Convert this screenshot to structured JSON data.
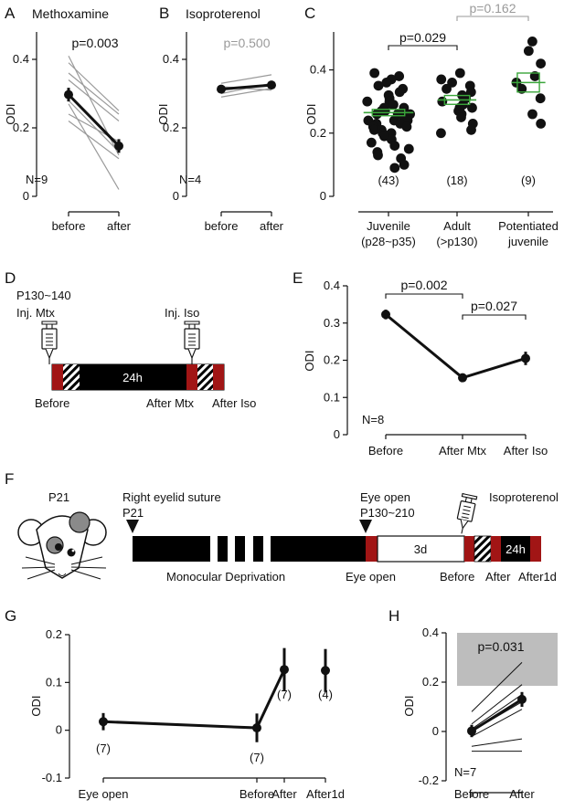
{
  "chart_data": [
    {
      "panel": "A",
      "type": "line",
      "title": "Methoxamine",
      "ylabel": "ODI",
      "ylim": [
        0,
        0.48
      ],
      "yticks": [
        "0",
        "0.2",
        "0.4"
      ],
      "ytick_values": [
        0,
        0.2,
        0.4
      ],
      "categories": [
        "before",
        "after"
      ],
      "mean": [
        0.297,
        0.147
      ],
      "error": [
        0.02,
        0.02
      ],
      "individual": [
        [
          0.41,
          0.12
        ],
        [
          0.39,
          0.25
        ],
        [
          0.36,
          0.24
        ],
        [
          0.34,
          0.22
        ],
        [
          0.3,
          0.15
        ],
        [
          0.28,
          0.13
        ],
        [
          0.27,
          0.02
        ],
        [
          0.24,
          0.16
        ],
        [
          0.22,
          0.11
        ]
      ],
      "annotation": "p=0.003",
      "n_label": "N=9"
    },
    {
      "panel": "B",
      "type": "line",
      "title": "Isoproterenol",
      "ylabel": "ODI",
      "ylim": [
        0,
        0.48
      ],
      "yticks": [
        "0",
        "0.2",
        "0.4"
      ],
      "ytick_values": [
        0,
        0.2,
        0.4
      ],
      "categories": [
        "before",
        "after"
      ],
      "mean": [
        0.313,
        0.325
      ],
      "error": [
        0.012,
        0.01
      ],
      "individual": [
        [
          0.33,
          0.355
        ],
        [
          0.32,
          0.31
        ],
        [
          0.3,
          0.33
        ],
        [
          0.29,
          0.315
        ]
      ],
      "annotation": "p=0.500",
      "annotation_color": "#9a9a9a",
      "n_label": "N=4"
    },
    {
      "panel": "C",
      "type": "scatter",
      "ylabel": "ODI",
      "ylim": [
        0,
        0.52
      ],
      "yticks": [
        "0",
        "0.2",
        "0.4"
      ],
      "ytick_values": [
        0,
        0.2,
        0.4
      ],
      "categories": [
        "Juvenile\n(p28~p35)",
        "Adult\n(>p130)",
        "Potentiated\njuvenile"
      ],
      "counts": [
        "(43)",
        "(18)",
        "(9)"
      ],
      "means": [
        0.265,
        0.305,
        0.36
      ],
      "sem": [
        0.01,
        0.014,
        0.03
      ],
      "points": [
        [
          0.39,
          0.38,
          0.37,
          0.36,
          0.35,
          0.34,
          0.33,
          0.32,
          0.31,
          0.3,
          0.3,
          0.29,
          0.29,
          0.28,
          0.28,
          0.27,
          0.27,
          0.26,
          0.26,
          0.26,
          0.25,
          0.25,
          0.24,
          0.24,
          0.24,
          0.23,
          0.23,
          0.22,
          0.22,
          0.21,
          0.21,
          0.2,
          0.2,
          0.19,
          0.18,
          0.17,
          0.16,
          0.15,
          0.14,
          0.13,
          0.12,
          0.1,
          0.09
        ],
        [
          0.39,
          0.37,
          0.36,
          0.35,
          0.34,
          0.33,
          0.32,
          0.31,
          0.3,
          0.29,
          0.28,
          0.28,
          0.27,
          0.26,
          0.25,
          0.23,
          0.21,
          0.2
        ],
        [
          0.49,
          0.46,
          0.42,
          0.38,
          0.36,
          0.34,
          0.31,
          0.26,
          0.23
        ]
      ],
      "mean_color": "#3aa53a",
      "comparisons": [
        {
          "label": "p=0.029",
          "between": [
            0,
            1
          ],
          "color": "#111111"
        },
        {
          "label": "p=0.162",
          "between": [
            1,
            2
          ],
          "color": "#9a9a9a"
        }
      ]
    },
    {
      "panel": "E",
      "type": "line",
      "ylabel": "ODI",
      "ylim": [
        0,
        0.4
      ],
      "yticks": [
        "0",
        "0.1",
        "0.2",
        "0.3",
        "0.4"
      ],
      "ytick_values": [
        0,
        0.1,
        0.2,
        0.3,
        0.4
      ],
      "categories": [
        "Before",
        "After Mtx",
        "After Iso"
      ],
      "mean": [
        0.323,
        0.153,
        0.205
      ],
      "error": [
        0.013,
        0.011,
        0.018
      ],
      "n_label": "N=8",
      "comparisons": [
        {
          "label": "p=0.002",
          "between": [
            0,
            1
          ]
        },
        {
          "label": "p=0.027",
          "between": [
            1,
            2
          ]
        }
      ]
    },
    {
      "panel": "G",
      "type": "line",
      "ylabel": "ODI",
      "ylim": [
        -0.1,
        0.2
      ],
      "yticks": [
        "-0.1",
        "0",
        "0.1",
        "0.2"
      ],
      "ytick_values": [
        -0.1,
        0,
        0.1,
        0.2
      ],
      "categories": [
        "Eye open",
        "Before",
        "After",
        "After1d"
      ],
      "mean": [
        0.018,
        0.005,
        0.127,
        0.125
      ],
      "error": [
        0.018,
        0.03,
        0.045,
        0.045
      ],
      "counts": [
        "(7)",
        "(7)",
        "(7)",
        "(4)"
      ]
    },
    {
      "panel": "H",
      "type": "line",
      "ylabel": "ODI",
      "ylim": [
        -0.2,
        0.4
      ],
      "yticks": [
        "-0.2",
        "0",
        "0.2",
        "0.4"
      ],
      "ytick_values": [
        -0.2,
        0,
        0.2,
        0.4
      ],
      "categories": [
        "Before",
        "After"
      ],
      "mean": [
        0.002,
        0.13
      ],
      "error": [
        0.025,
        0.03
      ],
      "individual": [
        [
          0.08,
          0.28
        ],
        [
          0.03,
          0.19
        ],
        [
          0.01,
          0.15
        ],
        [
          0.0,
          0.12
        ],
        [
          -0.02,
          0.09
        ],
        [
          -0.06,
          -0.03
        ],
        [
          -0.08,
          -0.08
        ]
      ],
      "annotation": "p=0.031",
      "shade_color": "#bdbdbd",
      "n_label": "N=7"
    }
  ],
  "schematic_d": {
    "age": "P130~140",
    "inj_mtx": "Inj. Mtx",
    "inj_iso": "Inj. Iso",
    "duration": "24h",
    "labels": [
      "Before",
      "After Mtx",
      "After Iso"
    ]
  },
  "schematic_f": {
    "age_label": "P21",
    "suture_title": "Right eyelid suture",
    "suture_age": "P21",
    "eye_open_title": "Eye open",
    "eye_open_age": "P130~210",
    "drug": "Isoproterenol",
    "days": "3d",
    "duration": "24h",
    "bottom_labels": [
      "Monocular Deprivation",
      "Eye open",
      "Before",
      "After",
      "After1d"
    ]
  },
  "panel_letters": [
    "A",
    "B",
    "C",
    "D",
    "E",
    "F",
    "G",
    "H"
  ],
  "colors": {
    "red": "#a11515",
    "black": "#000000",
    "green": "#3aa53a",
    "gray_text": "#9a9a9a"
  }
}
